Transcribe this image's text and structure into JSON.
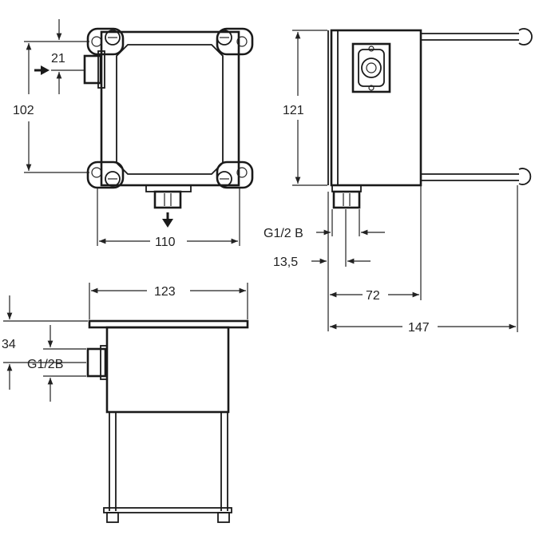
{
  "drawing": {
    "front_view": {
      "dim_top_offset": "21",
      "dim_height": "102",
      "dim_width": "110"
    },
    "side_view": {
      "dim_height": "121",
      "dim_thread": "G1/2 B",
      "dim_offset": "13,5",
      "dim_depth_inner": "72",
      "dim_depth_total": "147"
    },
    "top_view": {
      "dim_width": "123",
      "dim_inlet_offset": "34",
      "dim_thread": "G1/2B"
    }
  }
}
